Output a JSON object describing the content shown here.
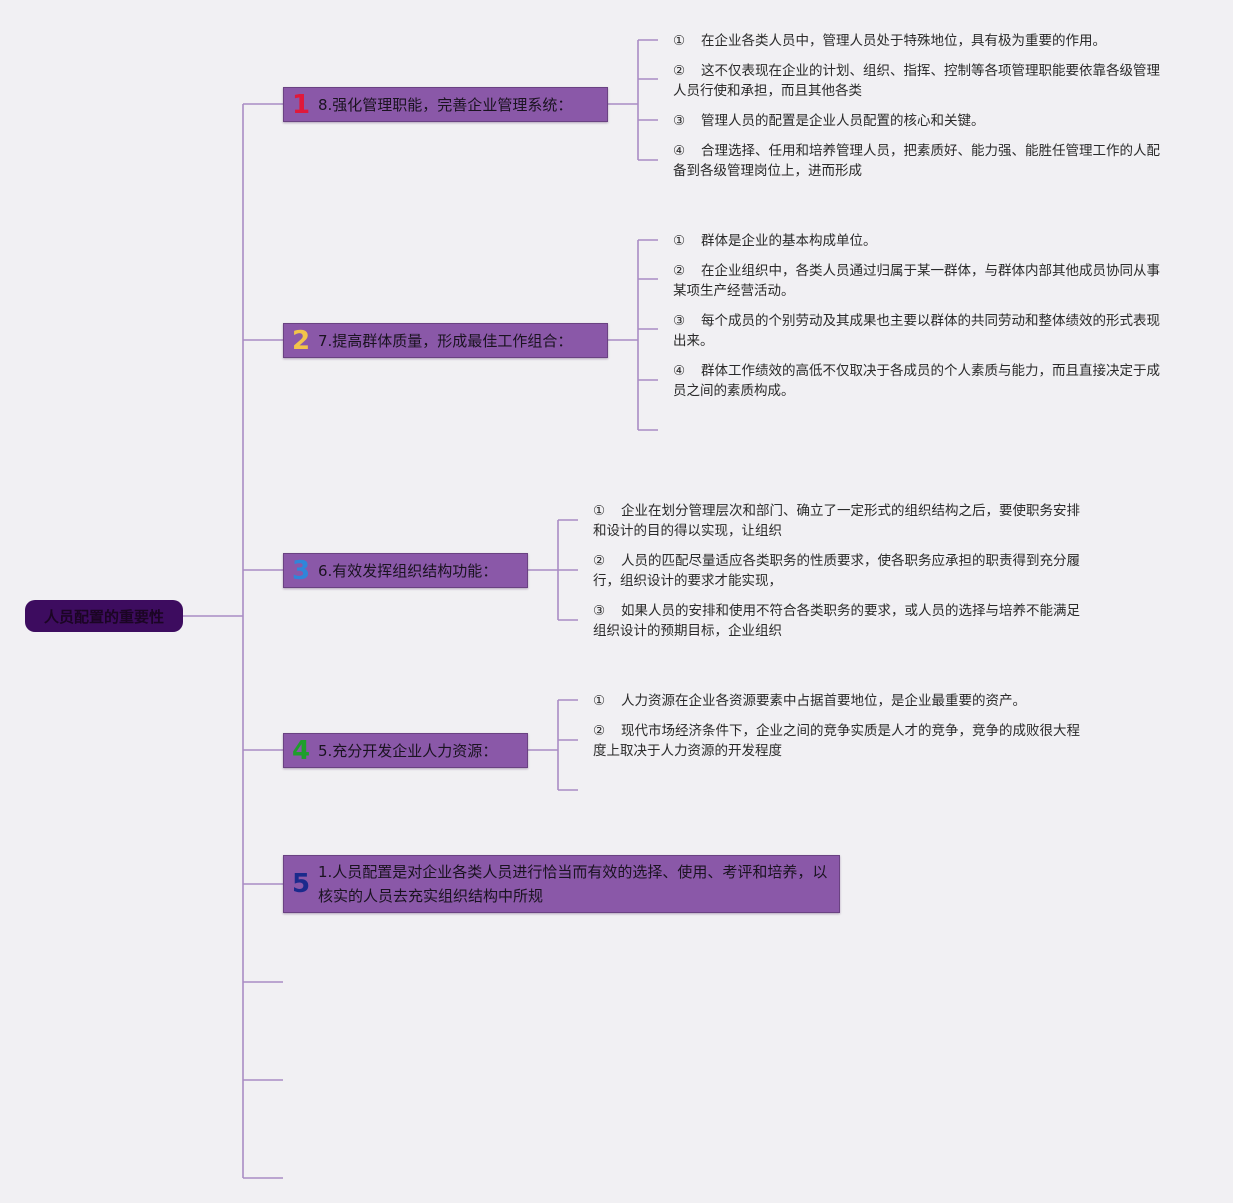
{
  "root": {
    "label": "人员配置的重要性"
  },
  "topics": [
    {
      "num": "1",
      "num_color": "#e0193b",
      "label": "8.强化管理职能，完善企业管理系统：",
      "items": [
        {
          "marker": "①",
          "text": "在企业各类人员中，管理人员处于特殊地位，具有极为重要的作用。"
        },
        {
          "marker": "②",
          "text": "这不仅表现在企业的计划、组织、指挥、控制等各项管理职能要依靠各级管理人员行使和承担，而且其他各类"
        },
        {
          "marker": "③",
          "text": "管理人员的配置是企业人员配置的核心和关键。"
        },
        {
          "marker": "④",
          "text": "合理选择、任用和培养管理人员，把素质好、能力强、能胜任管理工作的人配备到各级管理岗位上，进而形成"
        }
      ]
    },
    {
      "num": "2",
      "num_color": "#f2c44a",
      "label": "7.提高群体质量，形成最佳工作组合：",
      "items": [
        {
          "marker": "①",
          "text": "群体是企业的基本构成单位。"
        },
        {
          "marker": "②",
          "text": "在企业组织中，各类人员通过归属于某一群体，与群体内部其他成员协同从事某项生产经营活动。"
        },
        {
          "marker": "③",
          "text": "每个成员的个别劳动及其成果也主要以群体的共同劳动和整体绩效的形式表现出来。"
        },
        {
          "marker": "④",
          "text": "群体工作绩效的高低不仅取决于各成员的个人素质与能力，而且直接决定于成员之间的素质构成。"
        }
      ]
    },
    {
      "num": "3",
      "num_color": "#2f86d9",
      "label": "6.有效发挥组织结构功能：",
      "items": [
        {
          "marker": "①",
          "text": "企业在划分管理层次和部门、确立了一定形式的组织结构之后，要使职务安排和设计的目的得以实现，让组织"
        },
        {
          "marker": "②",
          "text": "人员的匹配尽量适应各类职务的性质要求，使各职务应承担的职责得到充分履行，组织设计的要求才能实现，"
        },
        {
          "marker": "③",
          "text": "如果人员的安排和使用不符合各类职务的要求，或人员的选择与培养不能满足组织设计的预期目标，企业组织"
        }
      ]
    },
    {
      "num": "4",
      "num_color": "#1f9e2c",
      "label": "5.充分开发企业人力资源：",
      "items": [
        {
          "marker": "①",
          "text": "人力资源在企业各资源要素中占据首要地位，是企业最重要的资产。"
        },
        {
          "marker": "②",
          "text": "现代市场经济条件下，企业之间的竞争实质是人才的竞争，竞争的成败很大程度上取决于人力资源的开发程度"
        }
      ]
    },
    {
      "num": "5",
      "num_color": "#1b2a8c",
      "label": "1.人员配置是对企业各类人员进行恰当而有效的选择、使用、考评和培养，以核实的人员去充实组织结构中所规",
      "items": []
    }
  ],
  "colors": {
    "background": "#f1f0f3",
    "connector": "#a98cc4",
    "topic_fill": "#8a58a8",
    "root_fill": "#3d0c5f"
  }
}
